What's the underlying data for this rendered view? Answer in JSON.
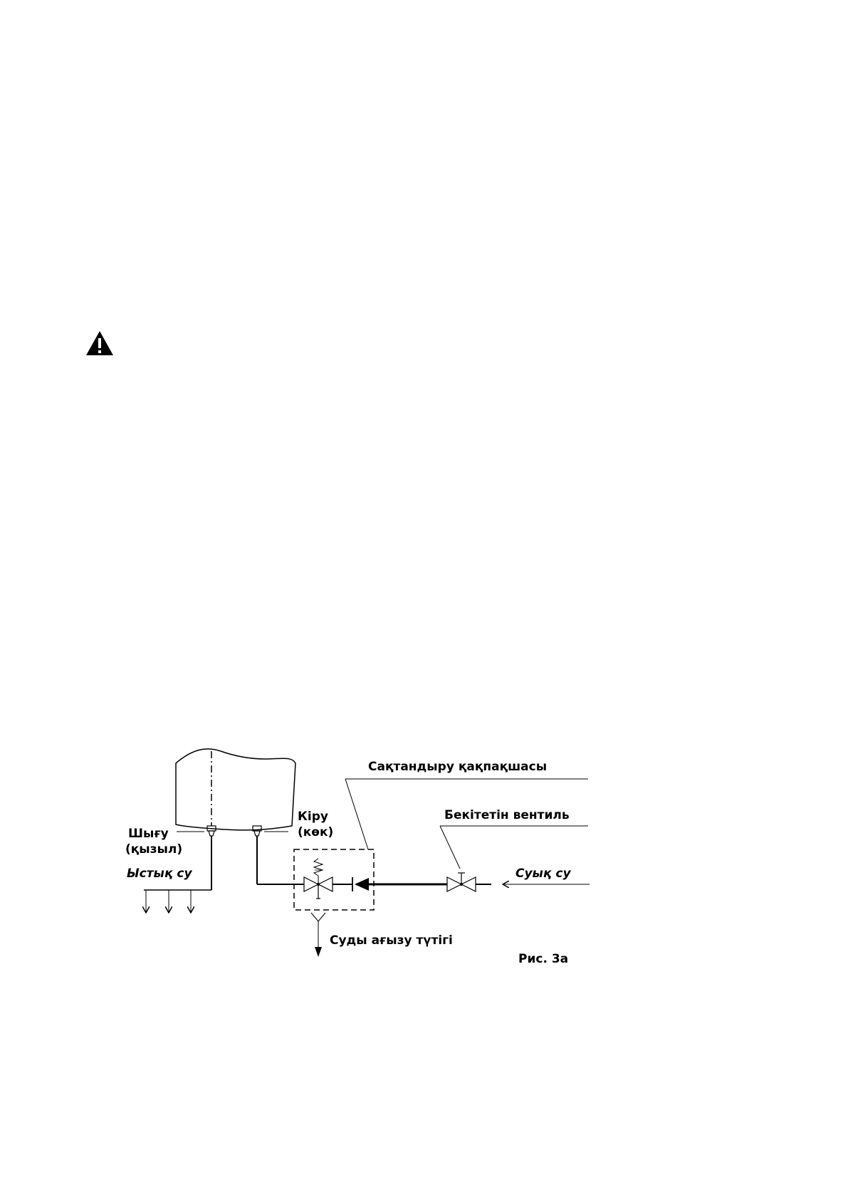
{
  "warning": {
    "icon": "warning-triangle-icon"
  },
  "diagram": {
    "labels": {
      "safety_valve": "Сақтандыру қақпақшасы",
      "shutoff_valve": "Бекітетін вентиль",
      "outlet_line1": "Шығу",
      "outlet_line2": "(қызыл)",
      "inlet_line1": "Кіру",
      "inlet_line2": "(көк)",
      "hot_water": "Ыстық су",
      "cold_water": "Суық су",
      "drain_pipe": "Суды ағызу түтігі",
      "figure_caption": "Рис. 3а"
    }
  }
}
